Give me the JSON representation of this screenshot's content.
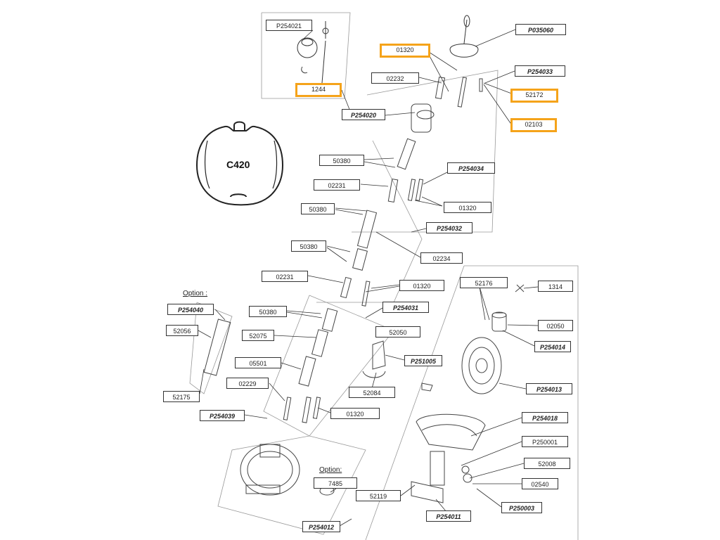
{
  "profile": {
    "name": "C420"
  },
  "options": {
    "left": "Option :",
    "bottom": "Option:"
  },
  "labels": {
    "p254021": "P254021",
    "l1244": "1244",
    "p035060": "P035060",
    "l01320_top": "01320",
    "l02232": "02232",
    "p254033": "P254033",
    "l52172": "52172",
    "p254020": "P254020",
    "l02103": "02103",
    "l50380_a": "50380",
    "p254034": "P254034",
    "l02231_a": "02231",
    "l01320_b": "01320",
    "l50380_b": "50380",
    "p254032": "P254032",
    "l50380_c": "50380",
    "l02234": "02234",
    "l02231_b": "02231",
    "l01320_c": "01320",
    "l52176": "52176",
    "l1314": "1314",
    "p254040": "P254040",
    "l50380_d": "50380",
    "p254031": "P254031",
    "l52056": "52056",
    "l52075": "52075",
    "l52050": "52050",
    "l02050": "02050",
    "p254014": "P254014",
    "l05501": "05501",
    "p251005": "P251005",
    "l02229": "02229",
    "l52084": "52084",
    "p254013": "P254013",
    "l52175": "52175",
    "l01320_d": "01320",
    "p254039": "P254039",
    "p254018": "P254018",
    "p250001": "P250001",
    "l52008": "52008",
    "l7485": "7485",
    "l02540": "02540",
    "l52119": "52119",
    "p250003": "P250003",
    "p254011": "P254011",
    "p254012": "P254012"
  },
  "highlight_color": "#f5a31a"
}
